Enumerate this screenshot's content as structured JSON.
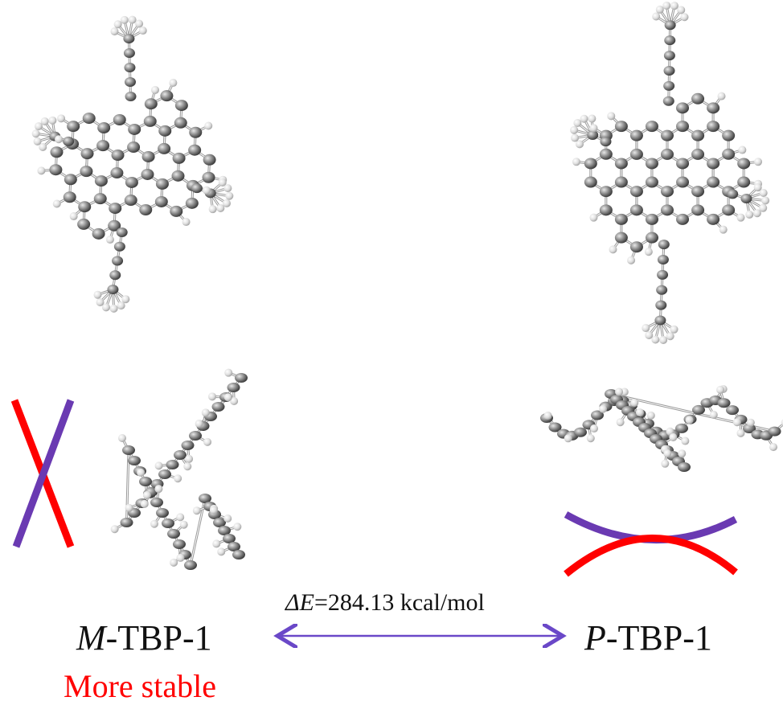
{
  "colors": {
    "atom_carbon": "#7d7d7d",
    "atom_hydrogen": "#e6e6e6",
    "bond": "#9a9a9a",
    "red_line": "#ff0000",
    "purple_line": "#6a3ab2",
    "arrow": "#6a48c8",
    "stable_text": "#ff0000"
  },
  "labels": {
    "m_prefix": "M",
    "m_suffix": "-TBP-1",
    "p_prefix": "P",
    "p_suffix": "-TBP-1",
    "stable": "More stable",
    "energy_delta": "ΔE",
    "energy_value": "=284.13  kcal/mol"
  }
}
